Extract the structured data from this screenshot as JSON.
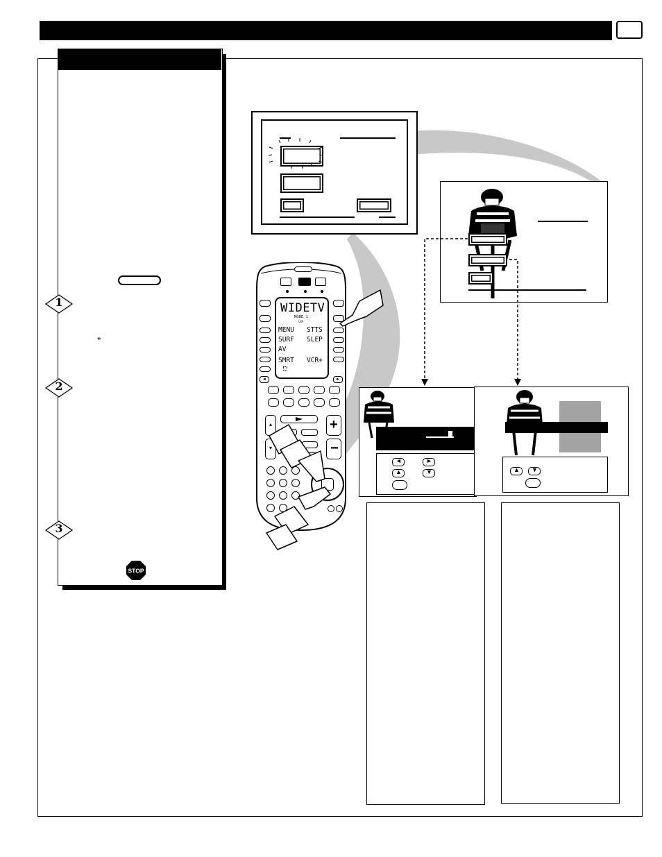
{
  "remote": {
    "lcd_title": "WIDETV",
    "lcd_mode": "MODE 1",
    "lcd_sub": "LRF",
    "lcd_keys": [
      [
        "MENU",
        "STTS"
      ],
      [
        "SURF",
        "SLEP"
      ],
      [
        "AV",
        ""
      ],
      [
        "SMRT",
        "VCR+"
      ]
    ],
    "play_icon": "play-triangle-icon",
    "vol_plus": "+",
    "vol_minus": "−",
    "ch_up": "▴",
    "ch_down": "▾",
    "left_arrow": "◄",
    "right_arrow": "►"
  },
  "sidebar": {
    "steps": [
      "1",
      "2",
      "3"
    ],
    "cross_icon": "⌖",
    "stop_label": "STOP"
  },
  "icons": {
    "left": "◄",
    "right": "►",
    "up": "▲",
    "down": "▼"
  },
  "colors": {
    "swoosh": "#c8c8c8",
    "panel_gray": "#a3a3a3",
    "remote_body": "#ffffff"
  }
}
